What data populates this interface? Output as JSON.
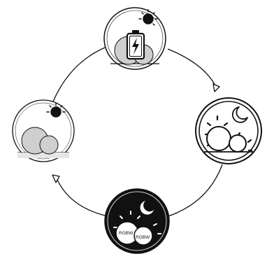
{
  "colors": {
    "background": "#ffffff",
    "line": "#111111",
    "orb_fill": "#cfcfcf",
    "orb_highlight": "#e6e6e6",
    "night_panel": "#111111",
    "glow_orb": "#ffffff"
  },
  "stages": [
    {
      "name": "sunny-charging",
      "icons": [
        "sun-icon",
        "battery-charging-icon"
      ]
    },
    {
      "name": "dusk-light-on",
      "icons": [
        "moon-icon",
        "sun-rays-icon"
      ]
    },
    {
      "name": "night-rgbw-glow",
      "icons": [
        "moon-icon",
        "light-ray-icon"
      ],
      "orb_labels": [
        "RGBW",
        "RGBW"
      ]
    },
    {
      "name": "daytime-sun",
      "icons": [
        "sun-icon"
      ]
    }
  ],
  "flow": {
    "direction": "clockwise"
  }
}
